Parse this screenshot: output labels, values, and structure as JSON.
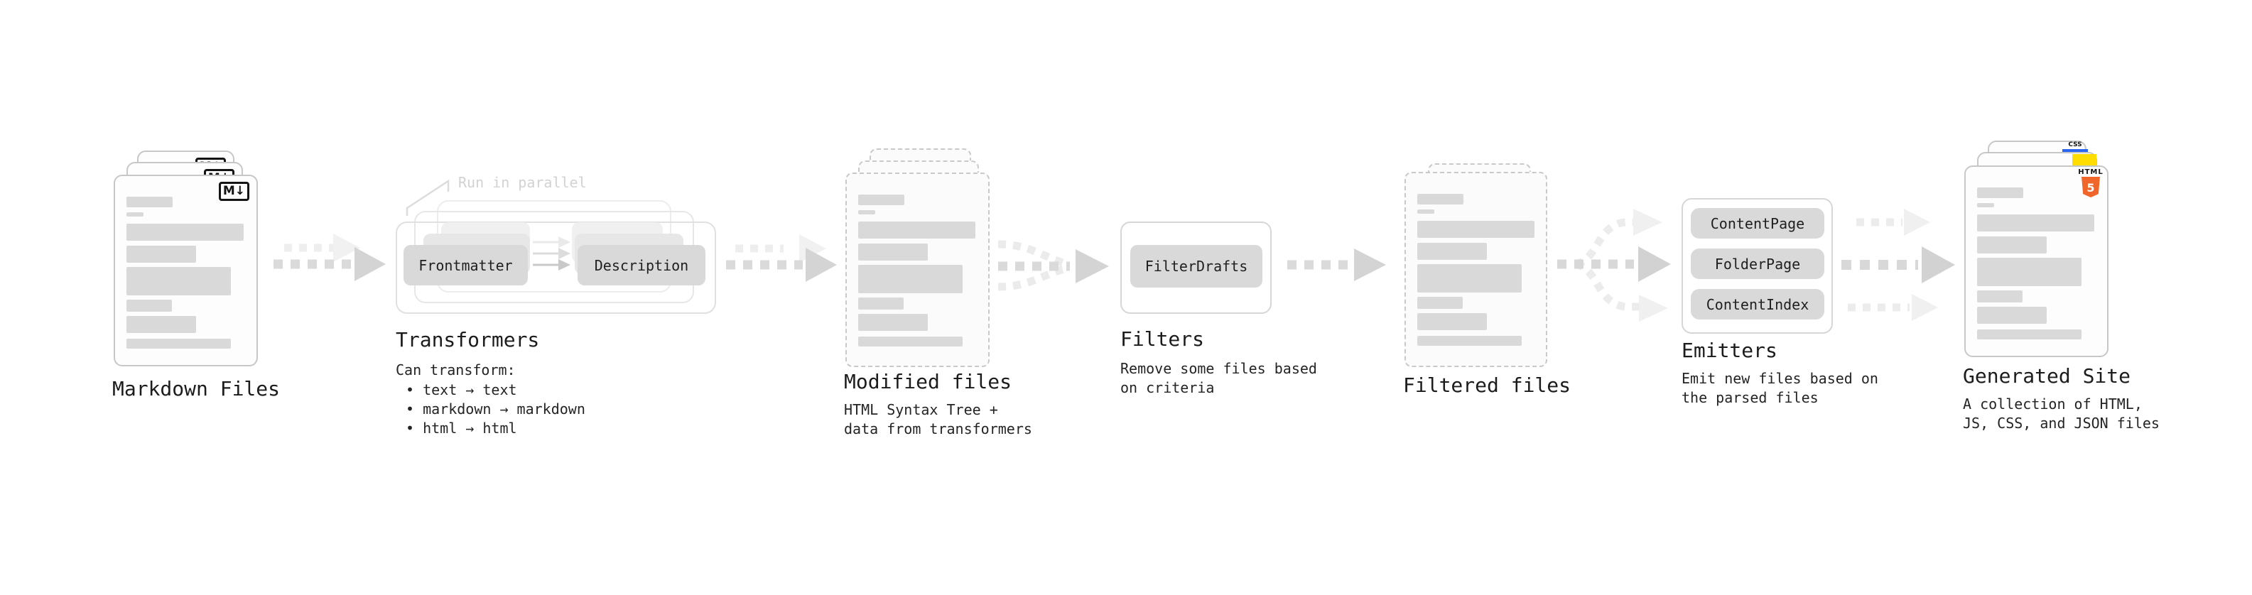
{
  "colors": {
    "background": "#ffffff",
    "bar_fill": "#d9d9d9",
    "pill_fill": "#d9d9d9",
    "card_border": "#c7c7c7",
    "dashed_border": "#c9c9c9",
    "arrow_main": "#d6d6d6",
    "arrow_ghost": "#eeeeee",
    "text": "#1c1c1c",
    "note_text": "#d2d2d2",
    "js_yellow": "#ffdd00",
    "html5_orange": "#ef652a",
    "css_blue": "#2965f1"
  },
  "doc_bars": [
    [
      65,
      15,
      29
    ],
    [
      24,
      6,
      7
    ],
    [
      165,
      24,
      10
    ],
    [
      98,
      24,
      7
    ],
    [
      147,
      40,
      6
    ],
    [
      64,
      17,
      6
    ],
    [
      98,
      24,
      6
    ],
    [
      147,
      14,
      8
    ]
  ],
  "sections": {
    "markdown": {
      "title": "Markdown Files",
      "badge_label": "M↓"
    },
    "transformers": {
      "title": "Transformers",
      "note": "Run in parallel",
      "pills": {
        "frontmatter": "Frontmatter",
        "description": "Description"
      },
      "body_intro": "Can transform:",
      "bullets": [
        "• text → text",
        "• markdown → markdown",
        "• html → html"
      ]
    },
    "modified": {
      "title": "Modified files",
      "subtitle": [
        "HTML Syntax Tree +",
        "data from transformers"
      ]
    },
    "filters": {
      "title": "Filters",
      "pill": "FilterDrafts",
      "subtitle": [
        "Remove some files based",
        "on criteria"
      ]
    },
    "filtered": {
      "title": "Filtered files"
    },
    "emitters": {
      "title": "Emitters",
      "pills": [
        "ContentPage",
        "FolderPage",
        "ContentIndex"
      ],
      "subtitle": [
        "Emit new files based on",
        "the parsed files"
      ]
    },
    "generated": {
      "title": "Generated Site",
      "subtitle": [
        "A collection of HTML,",
        "JS, CSS, and JSON files"
      ],
      "badges": {
        "css": "CSS",
        "html_label": "HTML",
        "html_number": "5"
      }
    }
  }
}
